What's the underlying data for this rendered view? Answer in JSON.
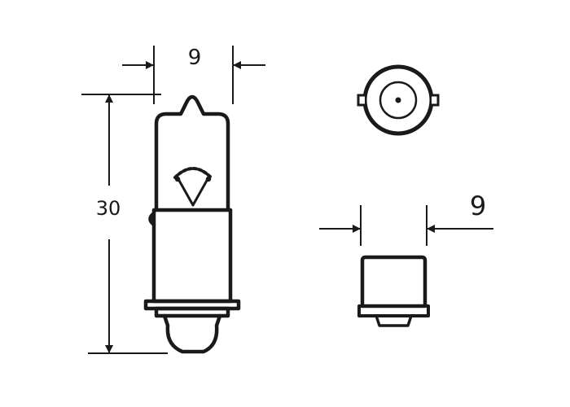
{
  "side_view": {
    "width_label": "9",
    "height_label": "30"
  },
  "base_view": {
    "width_label": "9"
  },
  "colors": {
    "line": "#1a1a1a",
    "background": "#ffffff"
  }
}
